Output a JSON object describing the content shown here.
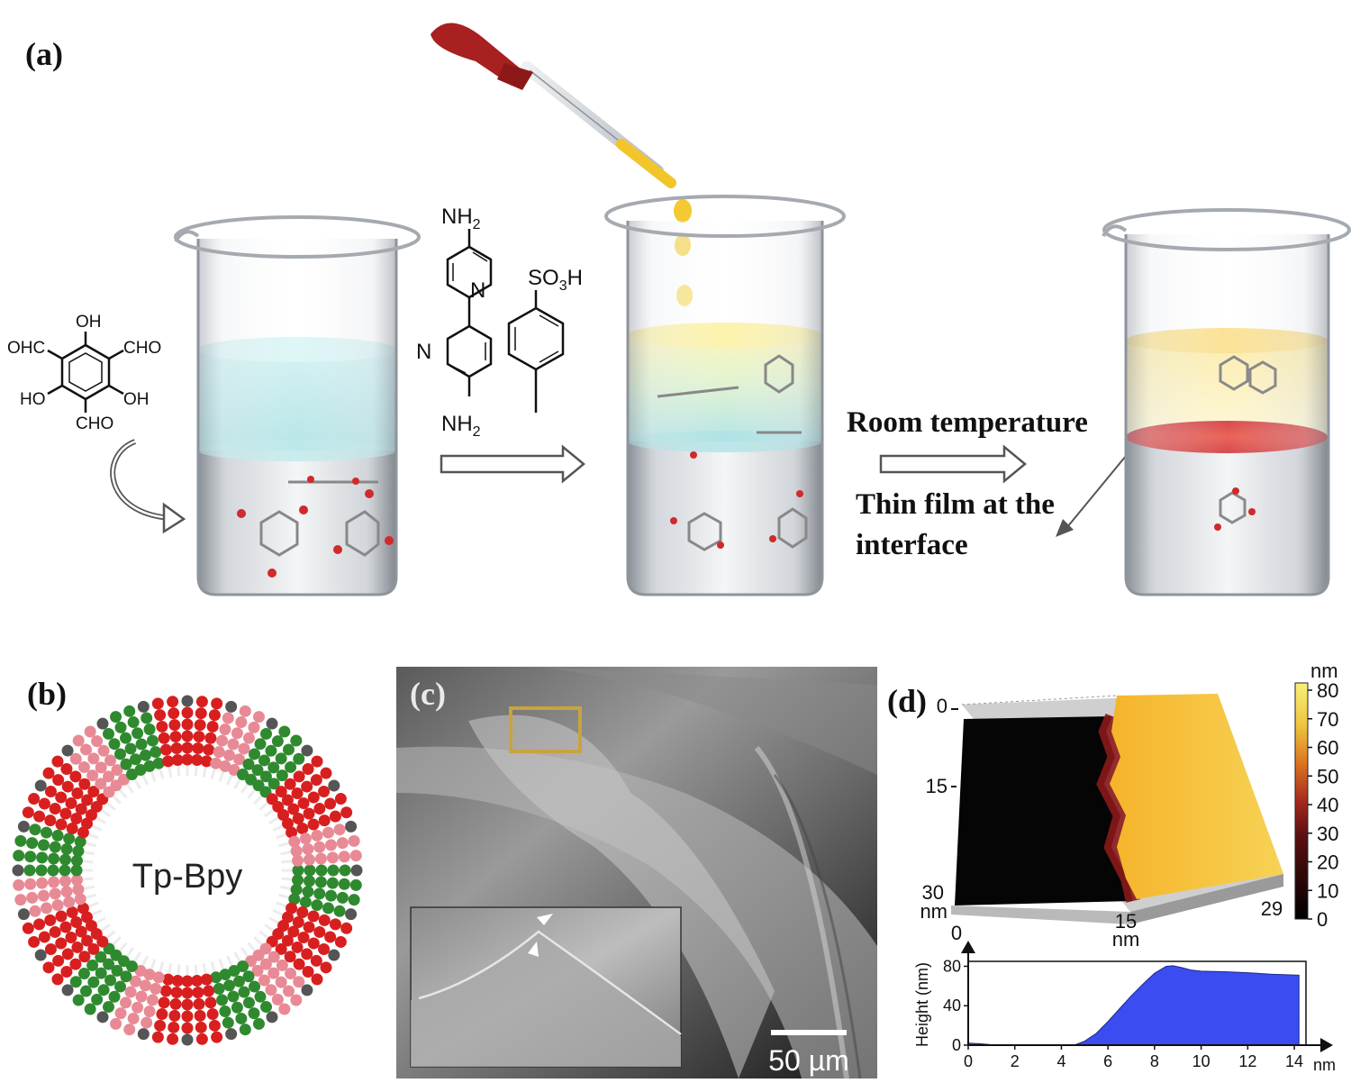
{
  "panels": {
    "a": {
      "label": "(a)",
      "reactant_tp": {
        "oh_top": "OH",
        "cho_left": "OHC",
        "cho_right": "CHO",
        "oh_left": "HO",
        "oh_right": "OH",
        "cho_bottom": "CHO"
      },
      "reactant_bpy": {
        "nh2_top": "NH",
        "nh2_top_sub": "2",
        "n_top": "N",
        "n_bottom": "N",
        "nh2_bottom": "NH",
        "nh2_bottom_sub": "2"
      },
      "catalyst": {
        "so3h_main": "SO",
        "so3h_sub": "3",
        "so3h_end": "H"
      },
      "condition": "Room temperature",
      "annotation_line1": "Thin film at the",
      "annotation_line2": "interface"
    },
    "b": {
      "label": "(b)",
      "ring_label": "Tp-Bpy"
    },
    "c": {
      "label": "(c)",
      "scale_bar": "50 µm"
    },
    "d": {
      "label": "(d)",
      "map_y_ticks": [
        "0",
        "15",
        "30"
      ],
      "map_y_unit": "nm",
      "map_x_ticks": [
        "0",
        "15",
        "29"
      ],
      "map_x_unit": "nm",
      "colorbar_unit": "nm",
      "colorbar_ticks": [
        "80",
        "70",
        "60",
        "50",
        "40",
        "30",
        "20",
        "10",
        "0"
      ],
      "colors": {
        "low": "#000000",
        "mid": "#8b1a1a",
        "high": "#f4e04d"
      }
    }
  },
  "chart_data": {
    "type": "area",
    "xlabel": "nm",
    "ylabel": "Height (nm)",
    "x_ticks": [
      "0",
      "2",
      "4",
      "6",
      "8",
      "10",
      "12",
      "14"
    ],
    "y_ticks": [
      "0",
      "40",
      "80"
    ],
    "xlim": [
      0,
      14.5
    ],
    "ylim": [
      0,
      85
    ],
    "fill_color": "#3b4cf0",
    "x": [
      0,
      0.5,
      1,
      2,
      3,
      4,
      4.6,
      5,
      5.5,
      6,
      6.5,
      7,
      7.5,
      8,
      8.5,
      8.8,
      9.2,
      9.6,
      10,
      11,
      12,
      13,
      14.2
    ],
    "y": [
      2,
      1.5,
      0.5,
      0,
      0,
      0,
      0.5,
      4,
      12,
      24,
      37,
      50,
      62,
      73,
      80,
      80.5,
      78.5,
      76,
      75,
      74.5,
      73.5,
      72,
      71
    ]
  }
}
